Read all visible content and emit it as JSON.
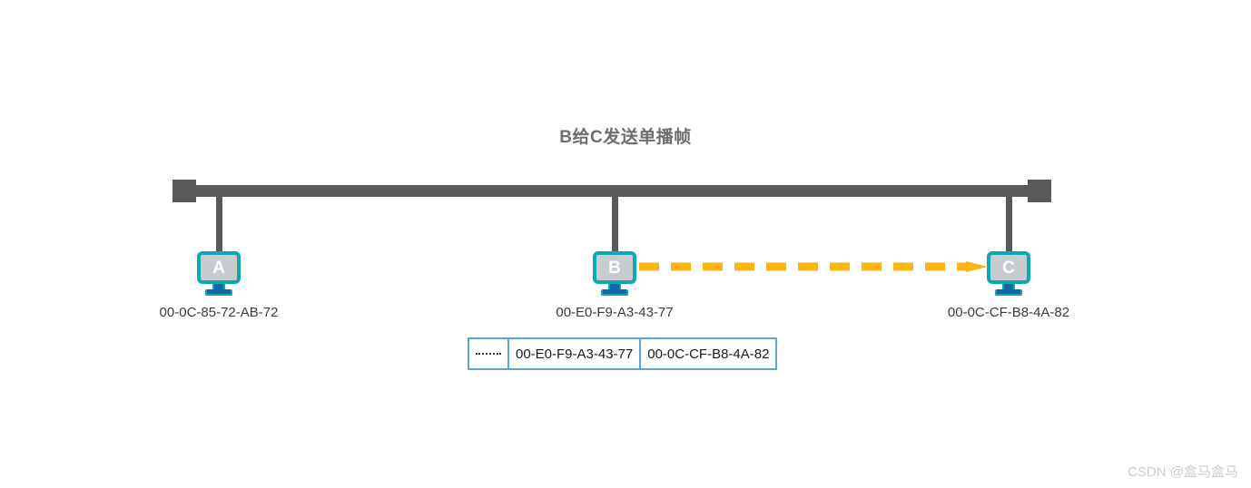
{
  "title": "B给C发送单播帧",
  "colors": {
    "bus": "#58595b",
    "monitor_border": "#0fa8b0",
    "monitor_screen": "#c8cccf",
    "monitor_stand": "#1565a8",
    "arrow": "#fcb415",
    "frame_border": "#5ba3d9",
    "title_text": "#6d6e70",
    "watermark": "#cccccc"
  },
  "hosts": [
    {
      "letter": "A",
      "mac": "00-0C-85-72-AB-72"
    },
    {
      "letter": "B",
      "mac": "00-E0-F9-A3-43-77"
    },
    {
      "letter": "C",
      "mac": "00-0C-CF-B8-4A-82"
    }
  ],
  "arrow": {
    "icon": "dashed-arrow-right-icon",
    "from": "B",
    "to": "C",
    "style": "dashed",
    "color": "#fcb415"
  },
  "frame": {
    "cells": [
      {
        "kind": "preamble",
        "label": ""
      },
      {
        "kind": "source-mac",
        "label": "00-E0-F9-A3-43-77"
      },
      {
        "kind": "destination-mac",
        "label": "00-0C-CF-B8-4A-82"
      }
    ]
  },
  "watermark": "CSDN @盒马盒马"
}
